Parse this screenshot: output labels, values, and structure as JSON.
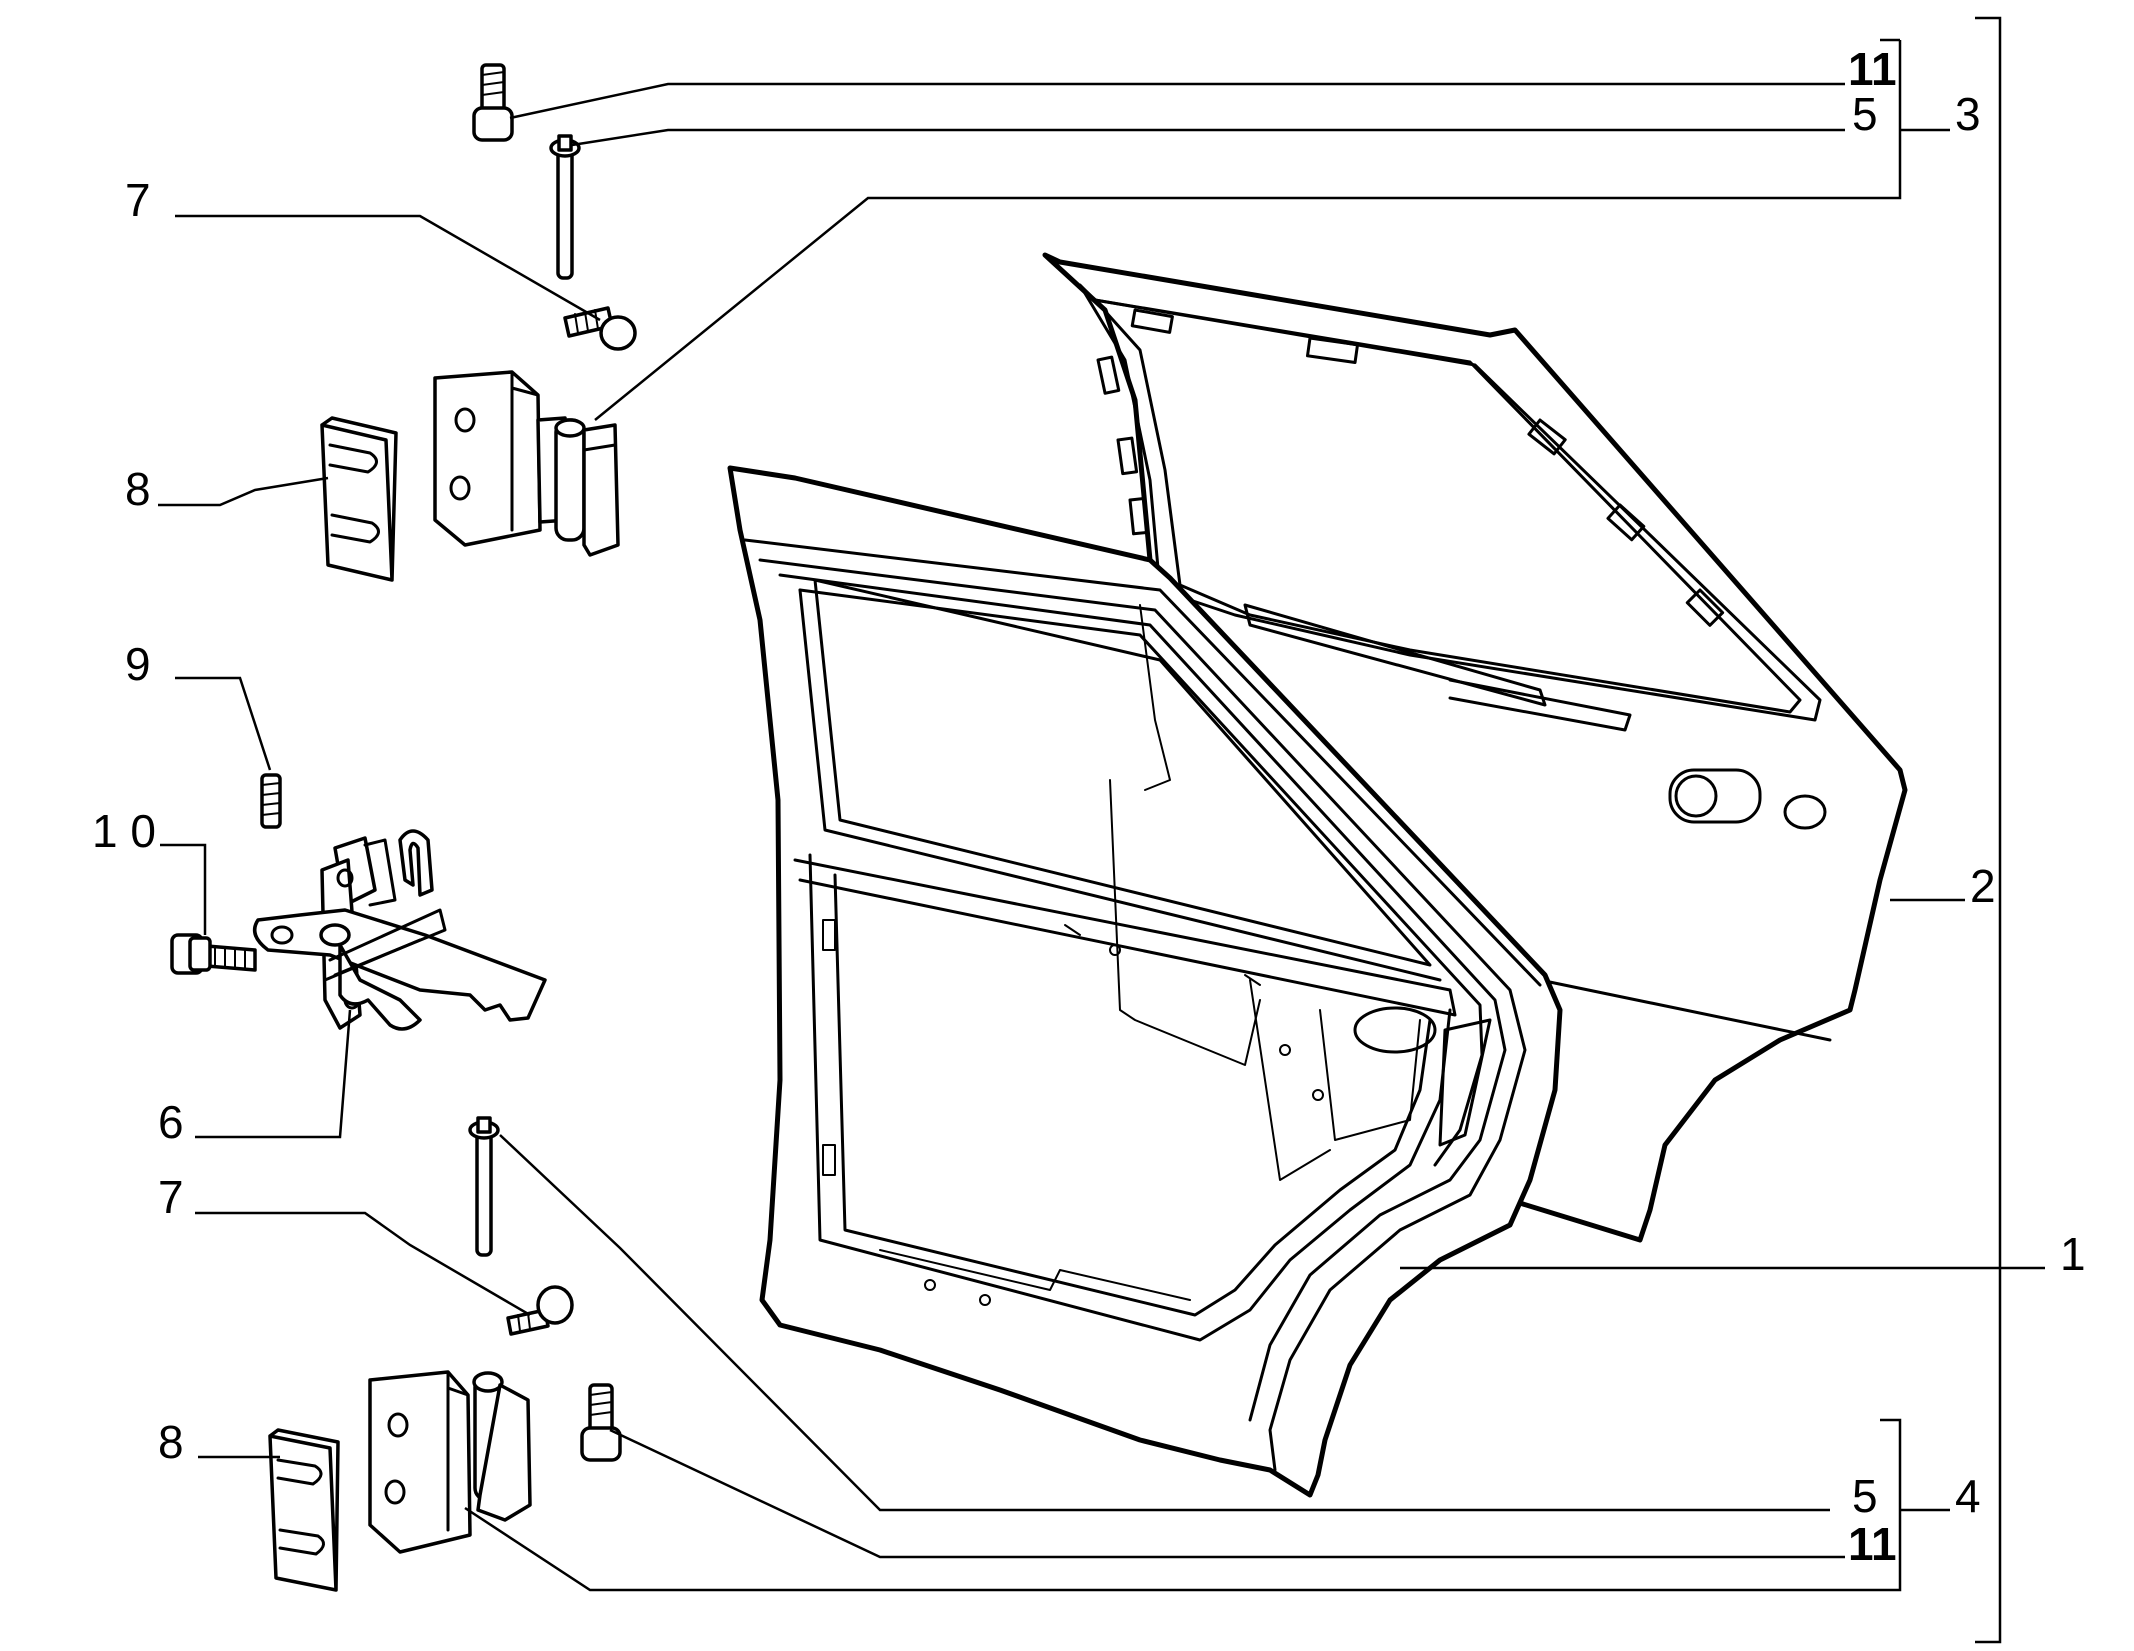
{
  "callouts": [
    {
      "id": "c11-top",
      "text": "11"
    },
    {
      "id": "c5-top",
      "text": "5"
    },
    {
      "id": "c3",
      "text": "3"
    },
    {
      "id": "c7-top",
      "text": "7"
    },
    {
      "id": "c8-top",
      "text": "8"
    },
    {
      "id": "c9",
      "text": "9"
    },
    {
      "id": "c10",
      "text": "1 0"
    },
    {
      "id": "c6",
      "text": "6"
    },
    {
      "id": "c7-bottom",
      "text": "7"
    },
    {
      "id": "c8-bottom",
      "text": "8"
    },
    {
      "id": "c2",
      "text": "2"
    },
    {
      "id": "c1",
      "text": "1"
    },
    {
      "id": "c5-bottom",
      "text": "5"
    },
    {
      "id": "c11-bottom",
      "text": "11"
    },
    {
      "id": "c4",
      "text": "4"
    }
  ]
}
